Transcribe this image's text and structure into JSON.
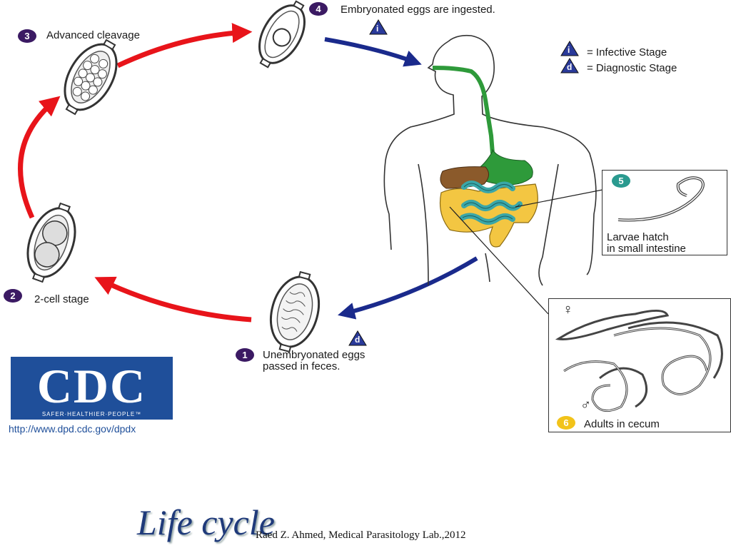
{
  "steps": {
    "s1": {
      "num": "1",
      "line1": "Unembryonated eggs",
      "line2": "passed in feces."
    },
    "s2": {
      "num": "2",
      "label": "2-cell stage"
    },
    "s3": {
      "num": "3",
      "label": "Advanced cleavage"
    },
    "s4": {
      "num": "4",
      "label": "Embryonated eggs are ingested."
    },
    "s5": {
      "num": "5",
      "line1": "Larvae hatch",
      "line2": "in small intestine"
    },
    "s6": {
      "num": "6",
      "label": "Adults in cecum"
    }
  },
  "legend": {
    "infective_letter": "i",
    "infective_label": "= Infective Stage",
    "diagnostic_letter": "d",
    "diagnostic_label": "= Diagnostic Stage"
  },
  "badges": {
    "infective": "i",
    "diagnostic": "d"
  },
  "sex_symbols": {
    "female": "♀",
    "male": "♂"
  },
  "cdc": {
    "logo_text": "CDC",
    "tagline": "SAFER·HEALTHIER·PEOPLE™",
    "url": "http://www.dpd.cdc.gov/dpdx"
  },
  "footer": {
    "title": "Life cycle",
    "credit": "Raed Z. Ahmed, Medical Parasitology Lab.,2012"
  },
  "colors": {
    "red_arrow": "#e8141a",
    "blue_arrow": "#1a2a8c",
    "stage_purple": "#3b1a63",
    "stage_teal": "#2a9a8f",
    "stage_yellow": "#f2c31a",
    "esophagus_green": "#2e9a3a",
    "small_intestine_teal": "#3aa7a8",
    "colon_yellow": "#f3c642",
    "liver_brown": "#8b5a2b",
    "cdc_blue": "#1f4f9a"
  }
}
